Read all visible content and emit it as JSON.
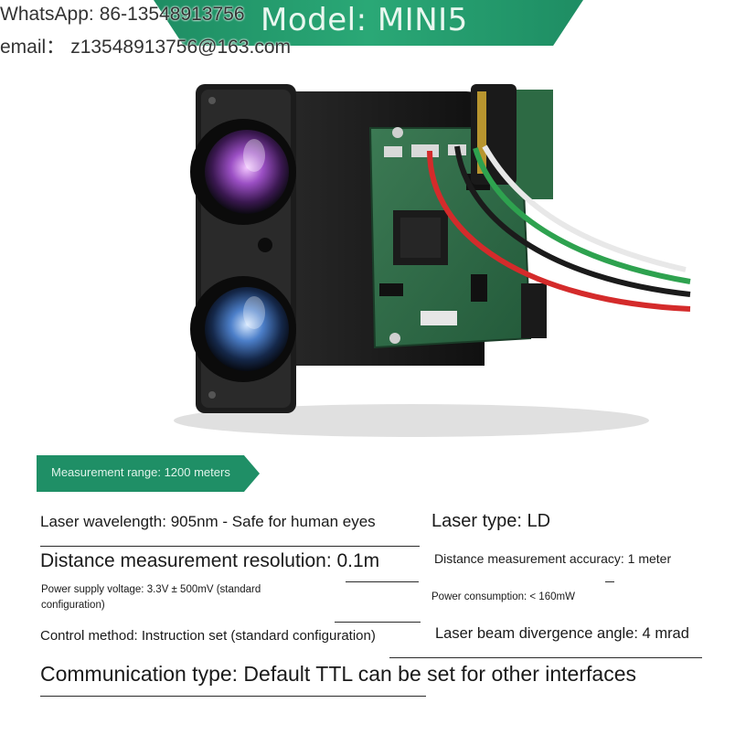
{
  "contact": {
    "whatsapp_label": "WhatsApp:",
    "whatsapp_value": "86-13548913756",
    "email_label": "email：",
    "email_value": "z13548913756@163.com"
  },
  "banner": {
    "model": "Model: MINI5"
  },
  "colors": {
    "brand_green": "#1f8f66",
    "text": "#1a1a1a"
  },
  "product_image": {
    "icon": "laser-rangefinder-module",
    "wire_colors": [
      "#e8e8e8",
      "#2ea24f",
      "#1b1b1b",
      "#d42b2b"
    ]
  },
  "specs": {
    "range": "Measurement range: 1200 meters",
    "wavelength": "Laser wavelength: 905nm - Safe for human eyes",
    "laser_type": "Laser type: LD",
    "resolution": "Distance measurement resolution: 0.1m",
    "accuracy": "Distance measurement accuracy: 1 meter",
    "power_voltage": "Power supply voltage: 3.3V ± 500mV (standard configuration)",
    "power_consumption": "Power consumption: < 160mW",
    "control": "Control method: Instruction set (standard configuration)",
    "divergence": "Laser beam divergence angle: 4 mrad",
    "communication": "Communication type: Default TTL can be set for other interfaces"
  }
}
